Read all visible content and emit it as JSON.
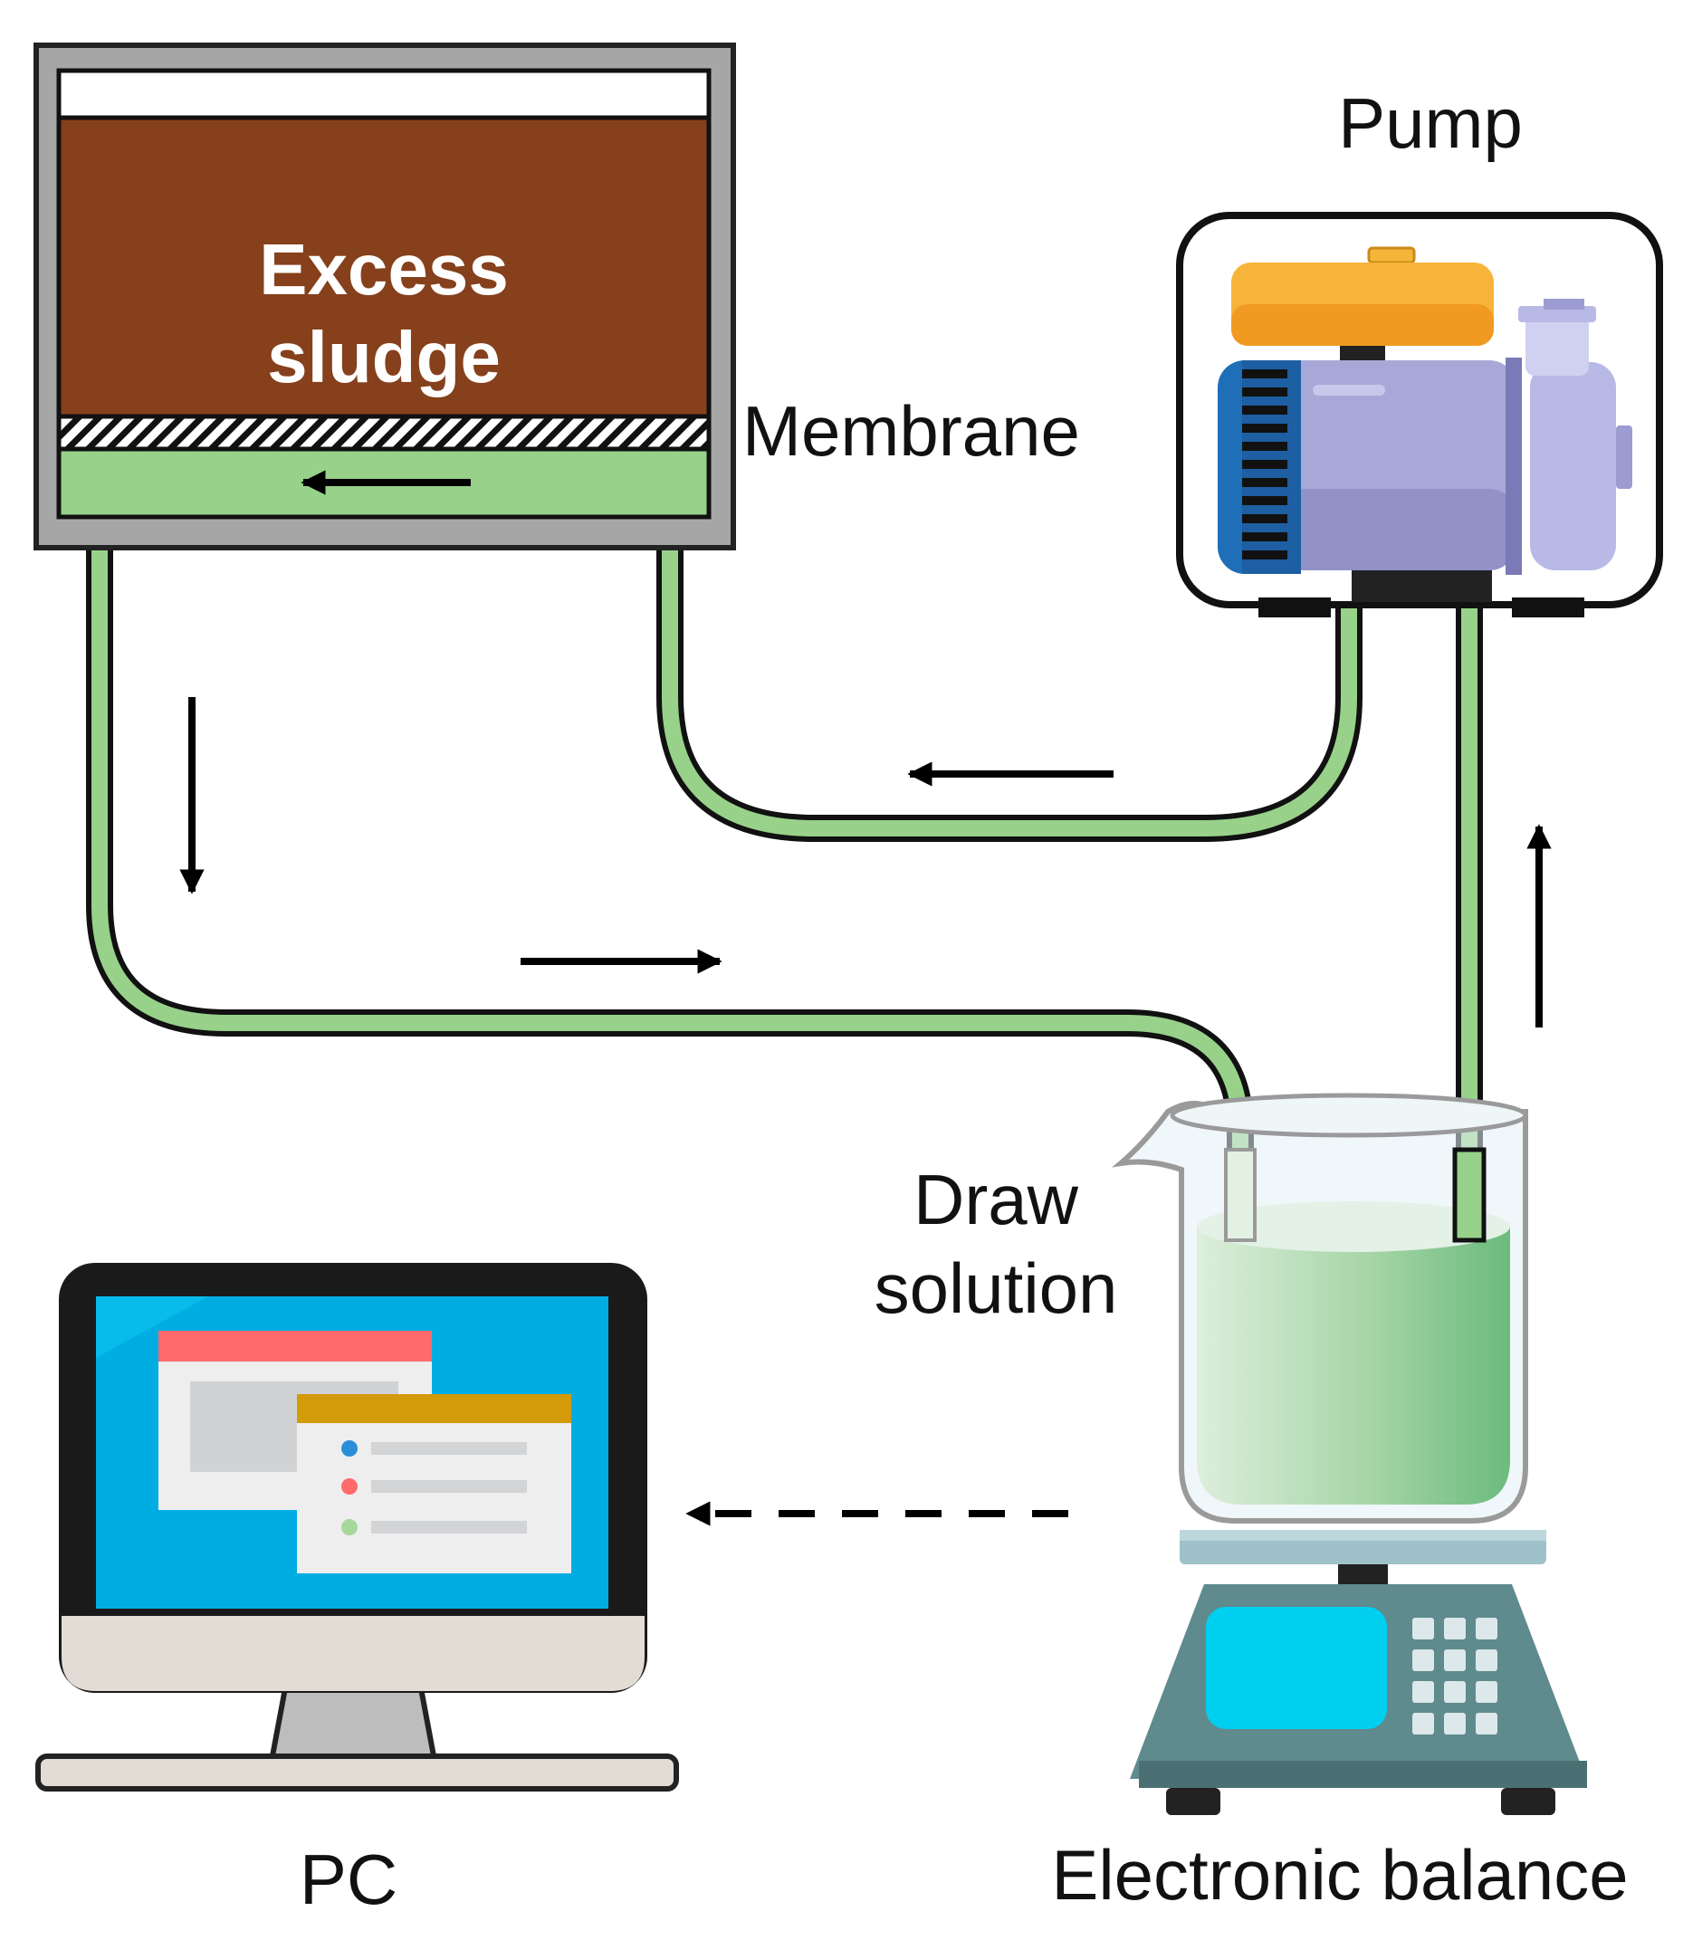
{
  "labels": {
    "tank_line1": "Excess",
    "tank_line2": "sludge",
    "membrane": "Membrane",
    "pump": "Pump",
    "draw_line1": "Draw",
    "draw_line2": "solution",
    "pc": "PC",
    "balance": "Electronic balance"
  },
  "colors": {
    "sludge": "#86401c",
    "draw_channel": "#98d18a",
    "tube": "#98d18a",
    "tank_frame": "#a6a6a6",
    "pump_motor": "#a8a8d8",
    "pump_fan": "#1e6fb8",
    "pump_tank": "#f7b43a",
    "monitor_screen": "#00ade3",
    "balance_body": "#5f8a8e",
    "balance_display": "#00cff0"
  },
  "icons": [
    "pump-icon",
    "beaker-icon",
    "monitor-icon",
    "balance-icon",
    "arrow-icon"
  ]
}
